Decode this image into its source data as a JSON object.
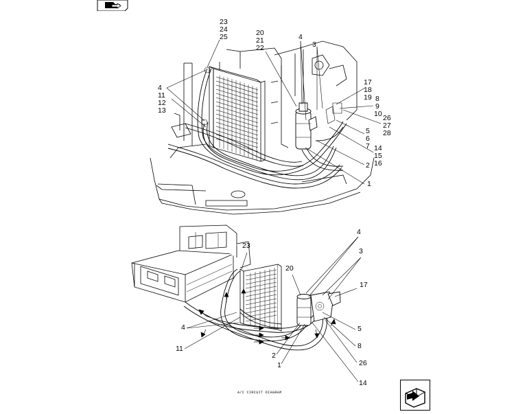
{
  "caption": "A/C CIRCUIT DIAGRAM",
  "icons": {
    "top": "folder-arrow-icon",
    "bottom": "folder-arrow-icon"
  },
  "views": [
    {
      "name": "upper-view",
      "callouts": {
        "c1": "23",
        "c2": "24",
        "c3": "25",
        "c4": "20",
        "c5": "21",
        "c6": "22",
        "c7": "4",
        "c8": "3",
        "c9": "4",
        "c10": "11",
        "c11": "12",
        "c12": "13",
        "c13": "17",
        "c14": "18",
        "c15": "19",
        "c16": "8",
        "c17": "9",
        "c18": "10",
        "c19": "26",
        "c20": "27",
        "c21": "28",
        "c22": "5",
        "c23": "6",
        "c24": "7",
        "c25": "14",
        "c26": "15",
        "c27": "16",
        "c28": "2",
        "c29": "1"
      }
    },
    {
      "name": "lower-view",
      "callouts": {
        "c1": "23",
        "c2": "4",
        "c3": "3",
        "c4": "20",
        "c5": "17",
        "c6": "4",
        "c7": "11",
        "c8": "5",
        "c9": "8",
        "c10": "2",
        "c11": "1",
        "c12": "26",
        "c13": "14"
      }
    }
  ]
}
